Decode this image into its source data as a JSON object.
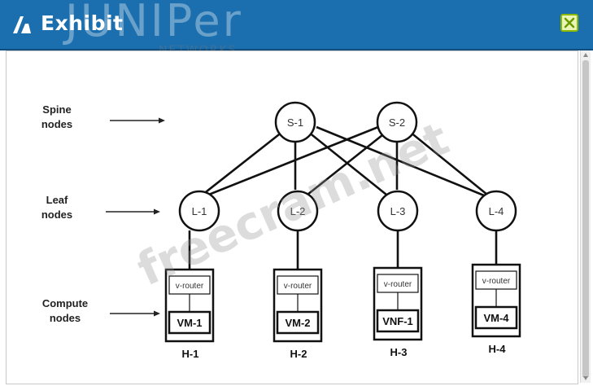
{
  "window": {
    "title": "Exhibit",
    "brand": "JUNIPer",
    "brand_sub": "NETWORKS",
    "close_icon": "close-x-icon",
    "colors": {
      "titlebar": "#1b6fae",
      "close_bg": "#e9f5b8",
      "close_border": "#8cb800"
    }
  },
  "diagram": {
    "row_labels": {
      "spine": [
        "Spine",
        "nodes"
      ],
      "leaf": [
        "Leaf",
        "nodes"
      ],
      "compute": [
        "Compute",
        "nodes"
      ]
    },
    "spine_nodes": [
      "S-1",
      "S-2"
    ],
    "leaf_nodes": [
      "L-1",
      "L-2",
      "L-3",
      "L-4"
    ],
    "hosts": [
      {
        "vrouter": "v-router",
        "workload": "VM-1",
        "host": "H-1"
      },
      {
        "vrouter": "v-router",
        "workload": "VM-2",
        "host": "H-2"
      },
      {
        "vrouter": "v-router",
        "workload": "VNF-1",
        "host": "H-3"
      },
      {
        "vrouter": "v-router",
        "workload": "VM-4",
        "host": "H-4"
      }
    ],
    "watermark": "freecram.net"
  }
}
